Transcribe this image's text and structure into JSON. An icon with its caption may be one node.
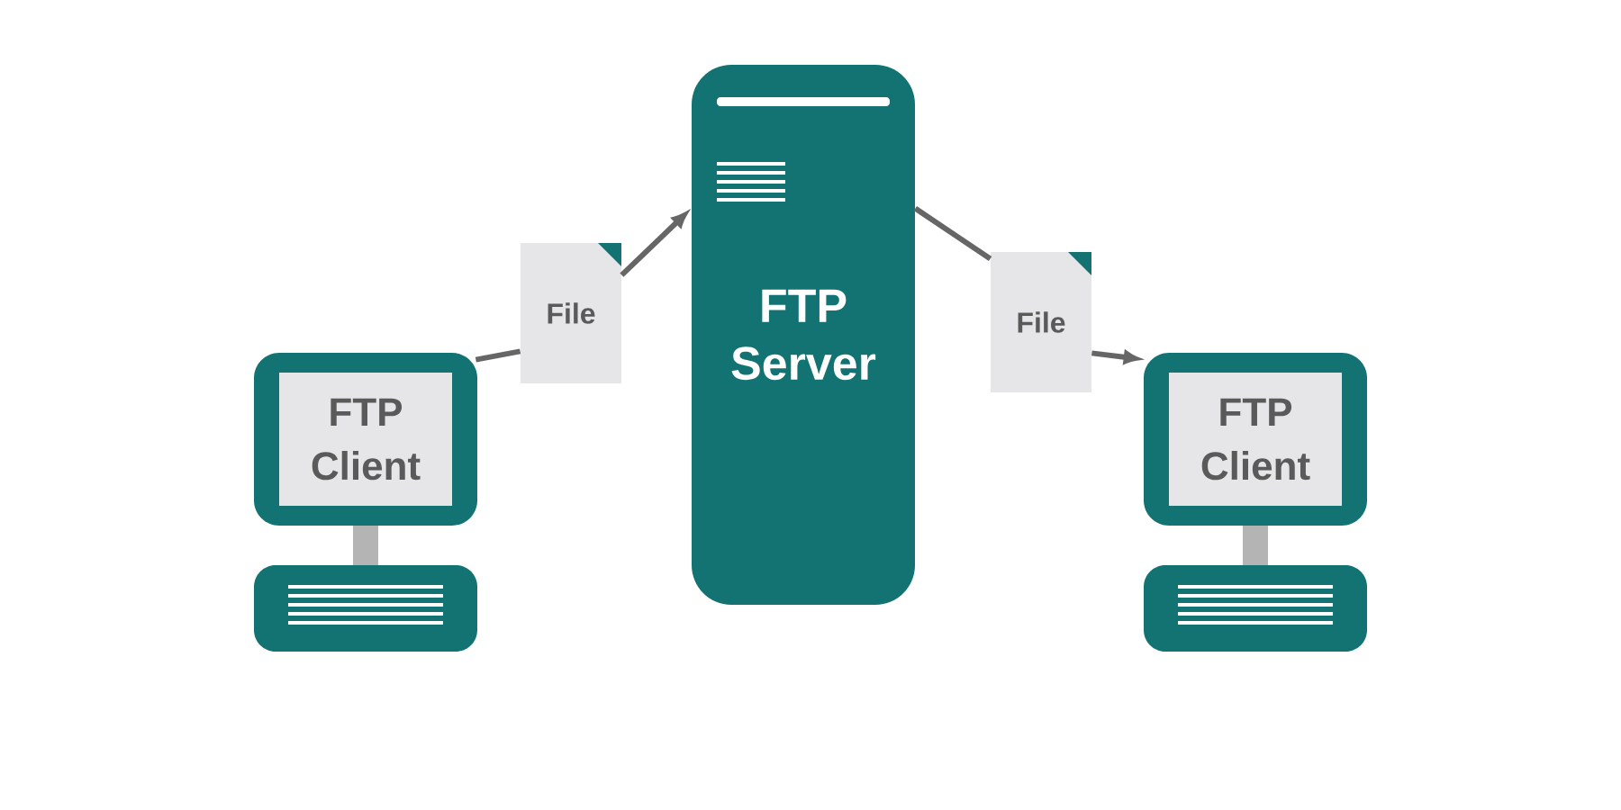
{
  "diagram": {
    "nodes": [
      {
        "text": [
          "FTP Server"
        ]
      },
      {
        "text": [
          "FTP Client"
        ]
      },
      {
        "text": [
          "FTP Client"
        ]
      },
      {
        "text": [
          "File"
        ]
      },
      {
        "text": [
          "File"
        ]
      }
    ],
    "edges": [
      {
        "from": 1,
        "to": 3,
        "arrow": "none"
      },
      {
        "from": 3,
        "to": 0,
        "arrow": "to"
      },
      {
        "from": 0,
        "to": 4,
        "arrow": "none"
      },
      {
        "from": 4,
        "to": 2,
        "arrow": "to"
      }
    ]
  }
}
